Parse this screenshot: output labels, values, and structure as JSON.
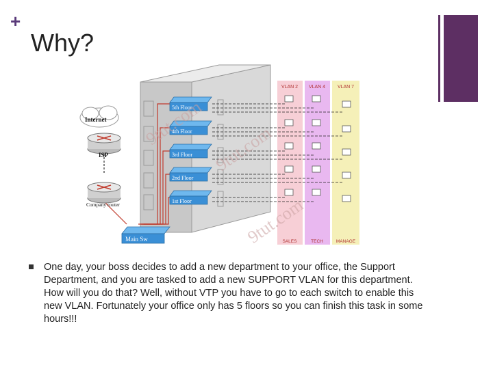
{
  "slide": {
    "plus": "+",
    "title": "Why?",
    "bullet": "One day, your boss decides to add a new department to your office, the Support Department, and you are tasked to add a new SUPPORT VLAN for this department. How will you do that? Well, without VTP you have to go to each switch to enable this new VLAN. Fortunately your office only has 5 floors so you can finish this task in some hours!!!"
  },
  "diagram": {
    "internet_label": "Internet",
    "isp_label": "ISP",
    "company_router_label": "Company router",
    "main_switch_label": "Main Sw",
    "floors": [
      "5th Floor",
      "4th Floor",
      "3rd Floor",
      "2nd Floor",
      "1st Floor"
    ],
    "vlan_headers": [
      "VLAN 2",
      "VLAN 4",
      "VLAN 7"
    ],
    "vlan_footers": [
      "SALES",
      "TECH",
      "MANAGE"
    ],
    "watermarks": [
      "9tut.com",
      "9tut.com",
      "9tut.com"
    ],
    "colors": {
      "accent": "#5d2f63",
      "switch": "#3a8fd6",
      "vlan2": "#f7cfd6",
      "vlan4": "#e9b8f0",
      "vlan7": "#f5f0b8",
      "link_red": "#c0392b",
      "vlan_text": "#b03030"
    }
  }
}
